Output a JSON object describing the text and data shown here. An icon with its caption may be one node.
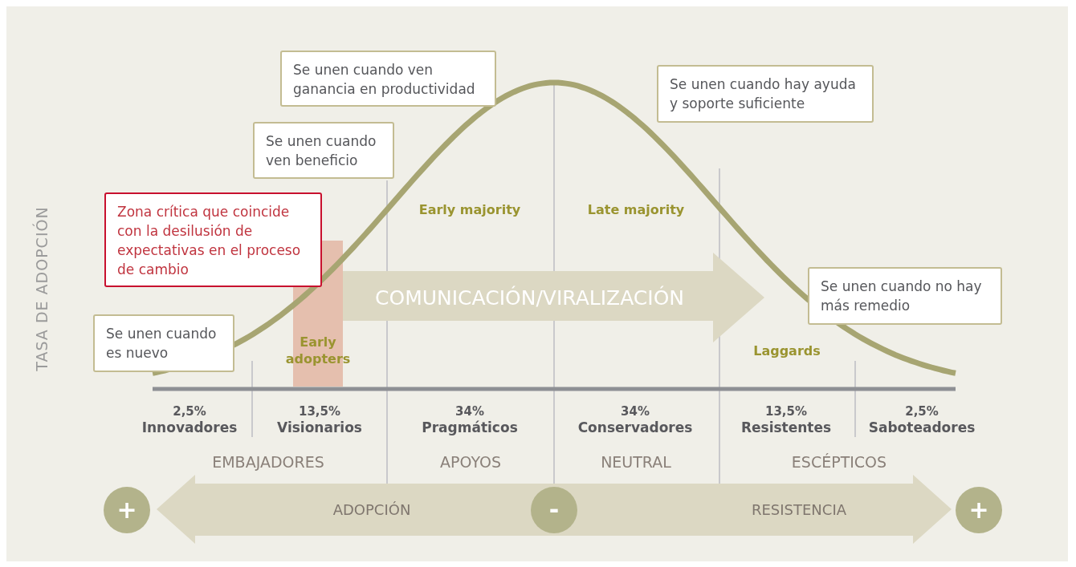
{
  "diagram": {
    "nodes": [
      {
        "text": [
          "Se unen cuando ven ganancia en productividad"
        ]
      },
      {
        "text": [
          "Se unen cuando hay ayuda y soporte suficiente"
        ]
      },
      {
        "text": [
          "Se unen cuando ven beneficio"
        ]
      },
      {
        "text": [
          "Zona crítica que coincide con la desilusión de expectativas en el proceso de cambio"
        ]
      },
      {
        "text": [
          "Early adopters"
        ]
      },
      {
        "text": [
          "COMUNICACIÓN/VIRALIZACIÓN"
        ]
      },
      {
        "text": [
          "Se unen cuando no hay más remedio"
        ]
      },
      {
        "text": [
          "Se unen cuando es nuevo"
        ]
      },
      {
        "text": [
          "+"
        ]
      },
      {
        "text": [
          "ADOPCIÓN",
          "RESISTENCIA"
        ]
      },
      {
        "text": [
          "-"
        ],
        "in": 9
      },
      {
        "text": [
          "+"
        ]
      }
    ],
    "labels": [
      "TASA DE ADOPCIÓN",
      "Early majority",
      "Late majority",
      "Laggards",
      "2,5%",
      "Innovadores",
      "13,5%",
      "Visionarios",
      "34%",
      "Pragmáticos",
      "34%",
      "Conservadores",
      "13,5%",
      "Resistentes",
      "2,5%",
      "Saboteadores",
      "EMBAJADORES",
      "APOYOS",
      "NEUTRAL",
      "ESCÉPTICOS"
    ]
  }
}
